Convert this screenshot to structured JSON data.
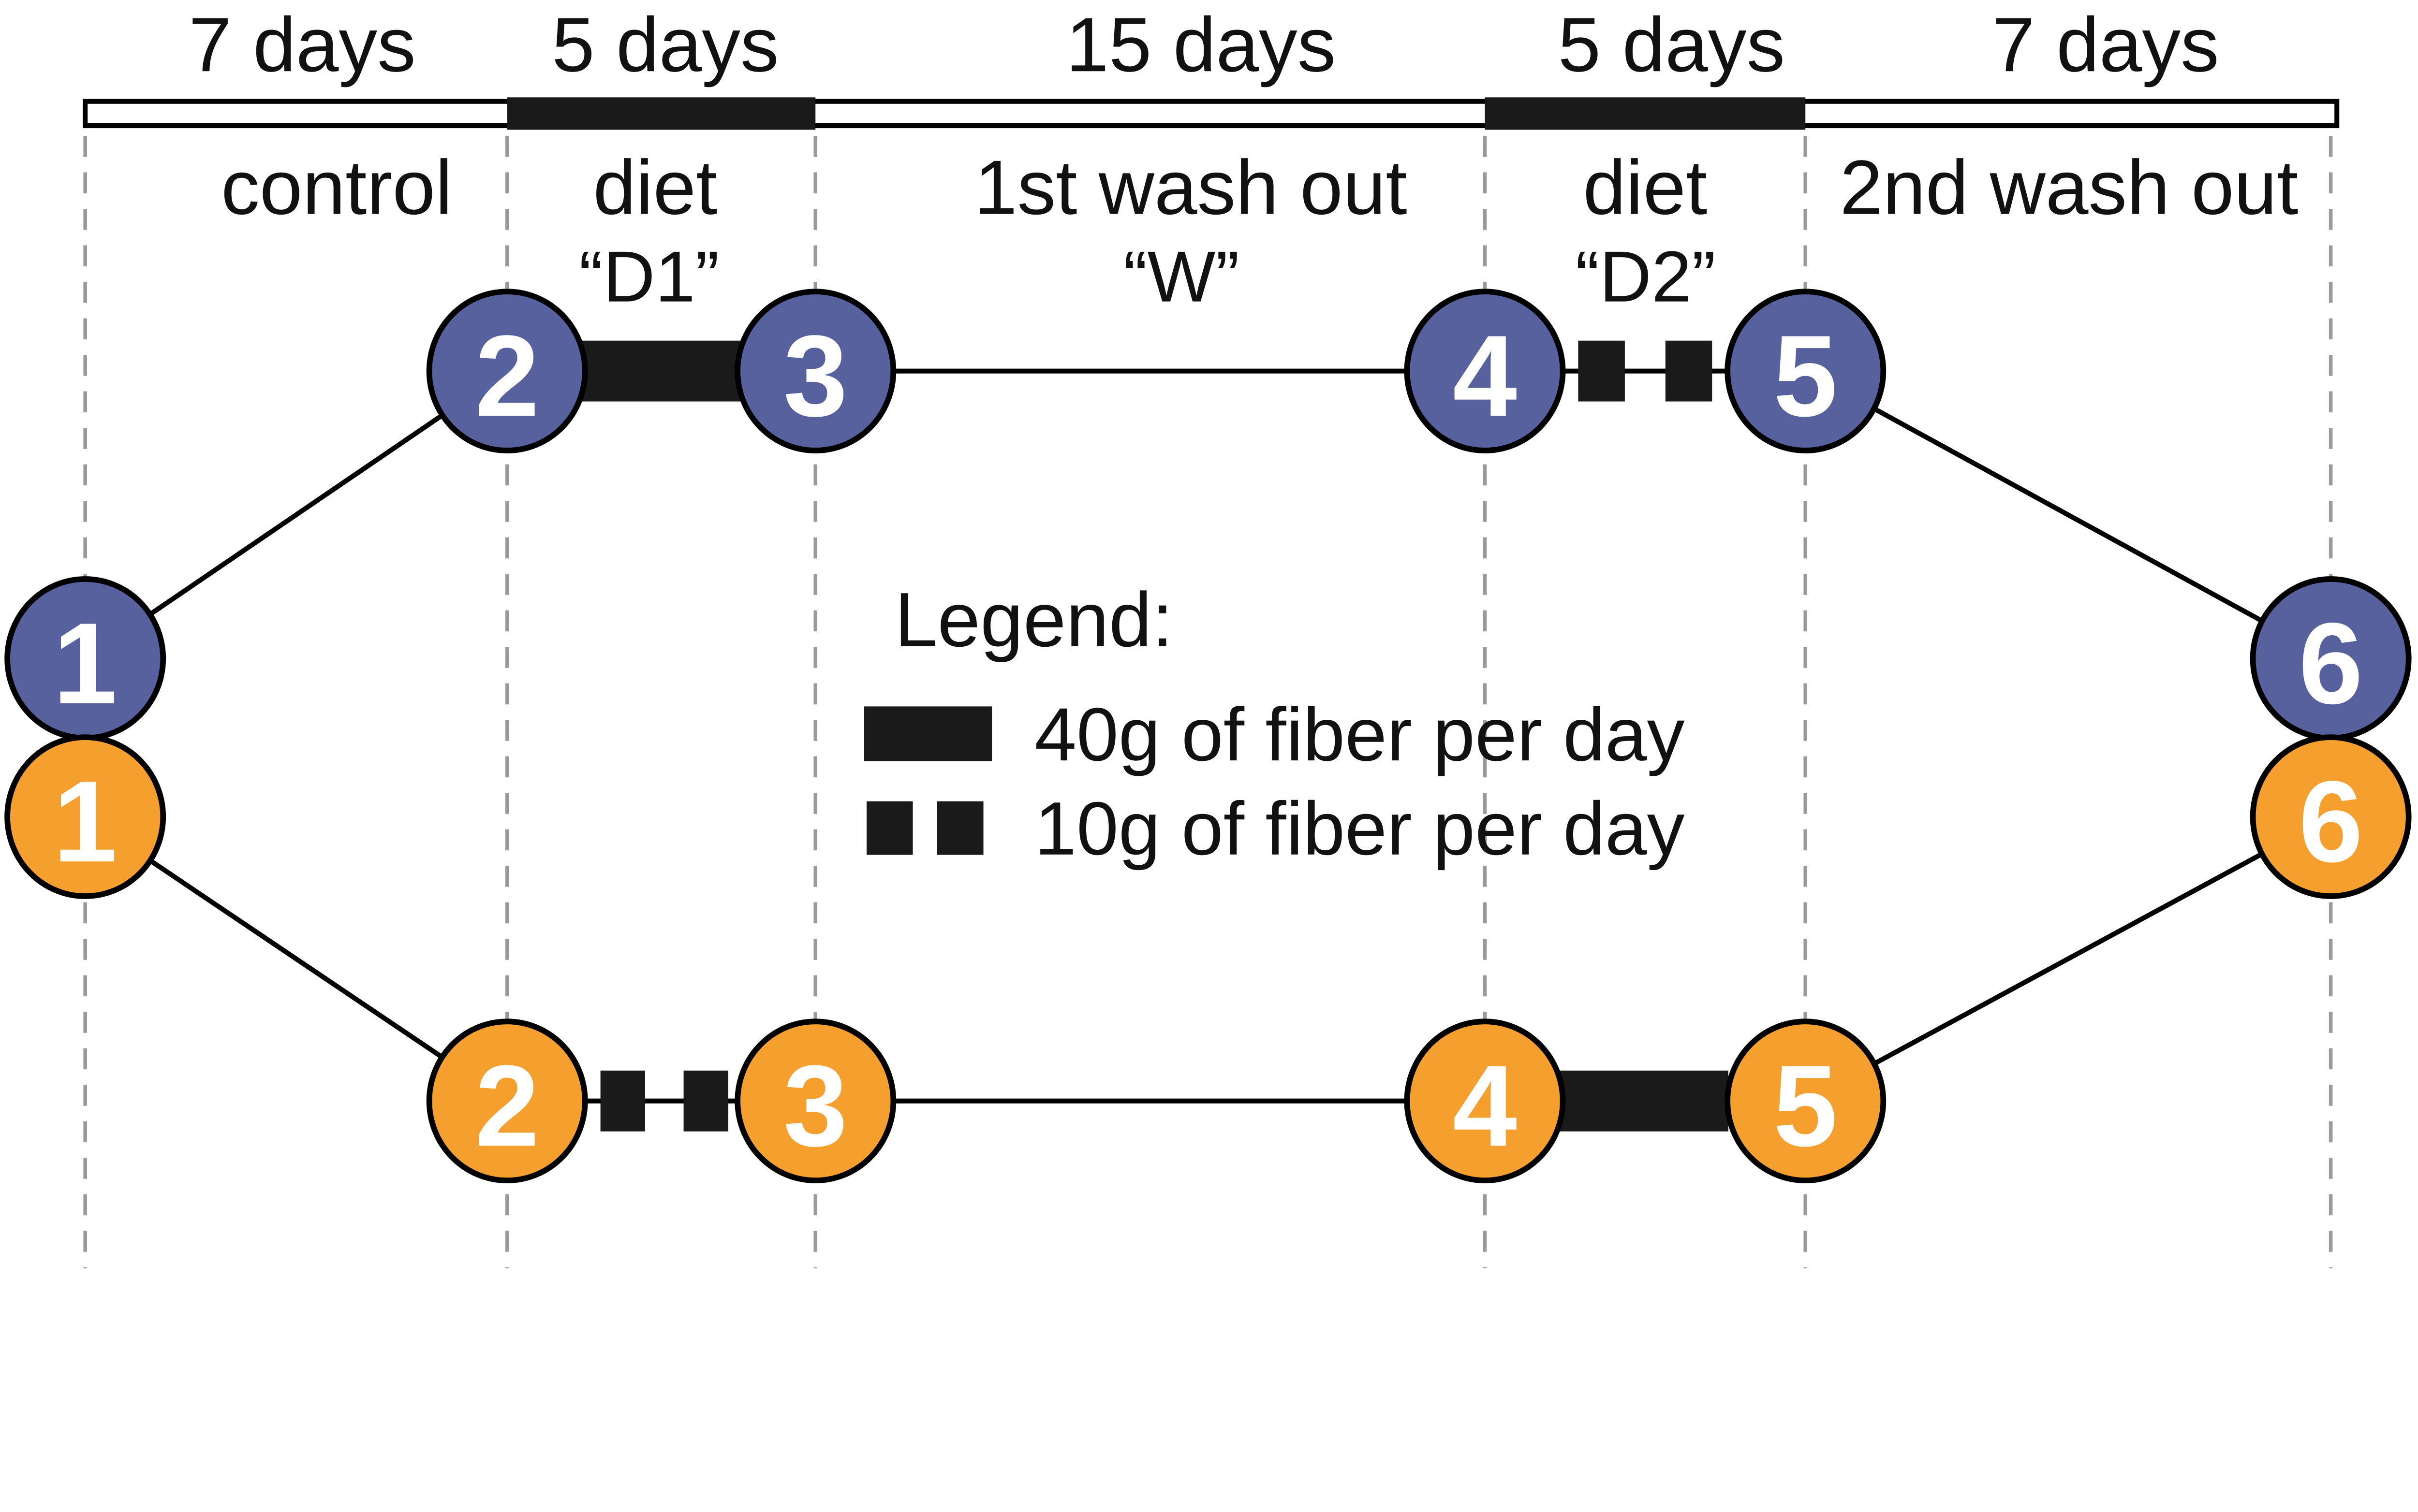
{
  "timeline": {
    "phases": [
      {
        "duration": "7 days",
        "label": "control",
        "code": ""
      },
      {
        "duration": "5 days",
        "label": "diet",
        "code": "“D1”"
      },
      {
        "duration": "15 days",
        "label": "1st wash out",
        "code": "“W”"
      },
      {
        "duration": "5 days",
        "label": "diet",
        "code": "“D2”"
      },
      {
        "duration": "7 days",
        "label": "2nd wash out",
        "code": ""
      }
    ]
  },
  "arms": {
    "blue": {
      "color": "#57619E",
      "nodes": [
        "1",
        "2",
        "3",
        "4",
        "5",
        "6"
      ]
    },
    "orange": {
      "color": "#F5A02E",
      "nodes": [
        "1",
        "2",
        "3",
        "4",
        "5",
        "6"
      ]
    }
  },
  "legend": {
    "title": "Legend:",
    "items": [
      {
        "label": "40g of fiber per day",
        "swatch": "solid-bar"
      },
      {
        "label": "10g of fiber per day",
        "swatch": "two-squares"
      }
    ]
  },
  "colors": {
    "outline": "#000000",
    "guide": "#9A9A9A",
    "marker": "#1A1A1A",
    "node_text": "#FFFFFF",
    "text": "#111111"
  }
}
